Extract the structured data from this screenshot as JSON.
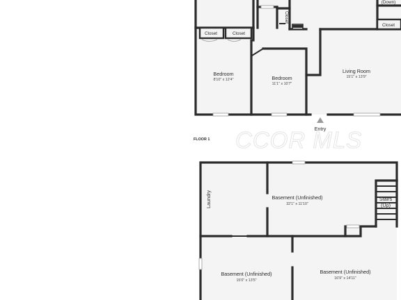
{
  "watermark": "CCOR MLS",
  "floor1": {
    "label": "FLOOR 1",
    "entry": "Entry",
    "rooms": {
      "bedroom_left": {
        "name": "Bedroom",
        "dims": "8'10\" x 12'4\""
      },
      "bedroom_mid": {
        "name": "Bedroom",
        "dims": "11'1\" x 10'7\""
      },
      "living_room": {
        "name": "Living Room",
        "dims": "15'1\" x 13'9\""
      },
      "closet_a": "Closet",
      "closet_b": "Closet",
      "closet_vertical": "Closet",
      "closet_right": "Closet",
      "stairs_down": "(Down)"
    }
  },
  "basement": {
    "rooms": {
      "laundry": "Laundry",
      "unfinished_top": {
        "name": "Basement (Unfinished)",
        "dims": "32'1\" x 11'10\""
      },
      "unfinished_bl": {
        "name": "Basement (Unfinished)",
        "dims": "15'0\" x 13'5\""
      },
      "unfinished_br": {
        "name": "Basement (Unfinished)",
        "dims": "16'9\" x 14'11\""
      },
      "stairs_up_1": "Stairs",
      "stairs_up_2": "(Up)"
    }
  }
}
